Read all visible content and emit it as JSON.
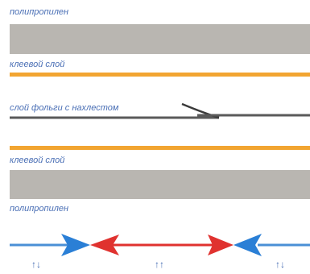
{
  "labels": {
    "pp_top": "полипропилен",
    "adhesive_top": "клеевой слой",
    "foil": "слой фольги с нахлестом",
    "adhesive_bottom": "клеевой слой",
    "pp_bottom": "полипропилен"
  },
  "directions": {
    "left": "↑↓",
    "center": "↑↑",
    "right": "↑↓"
  },
  "colors": {
    "polypropylene": "#b9b6b1",
    "adhesive": "#f2a531",
    "foil": "#5a5a5a",
    "text": "#4a6fb5",
    "arrow_blue": "#2a7fd6",
    "arrow_red": "#e0322f",
    "line_blue": "#4a8fd6",
    "line_red": "#e0322f"
  }
}
